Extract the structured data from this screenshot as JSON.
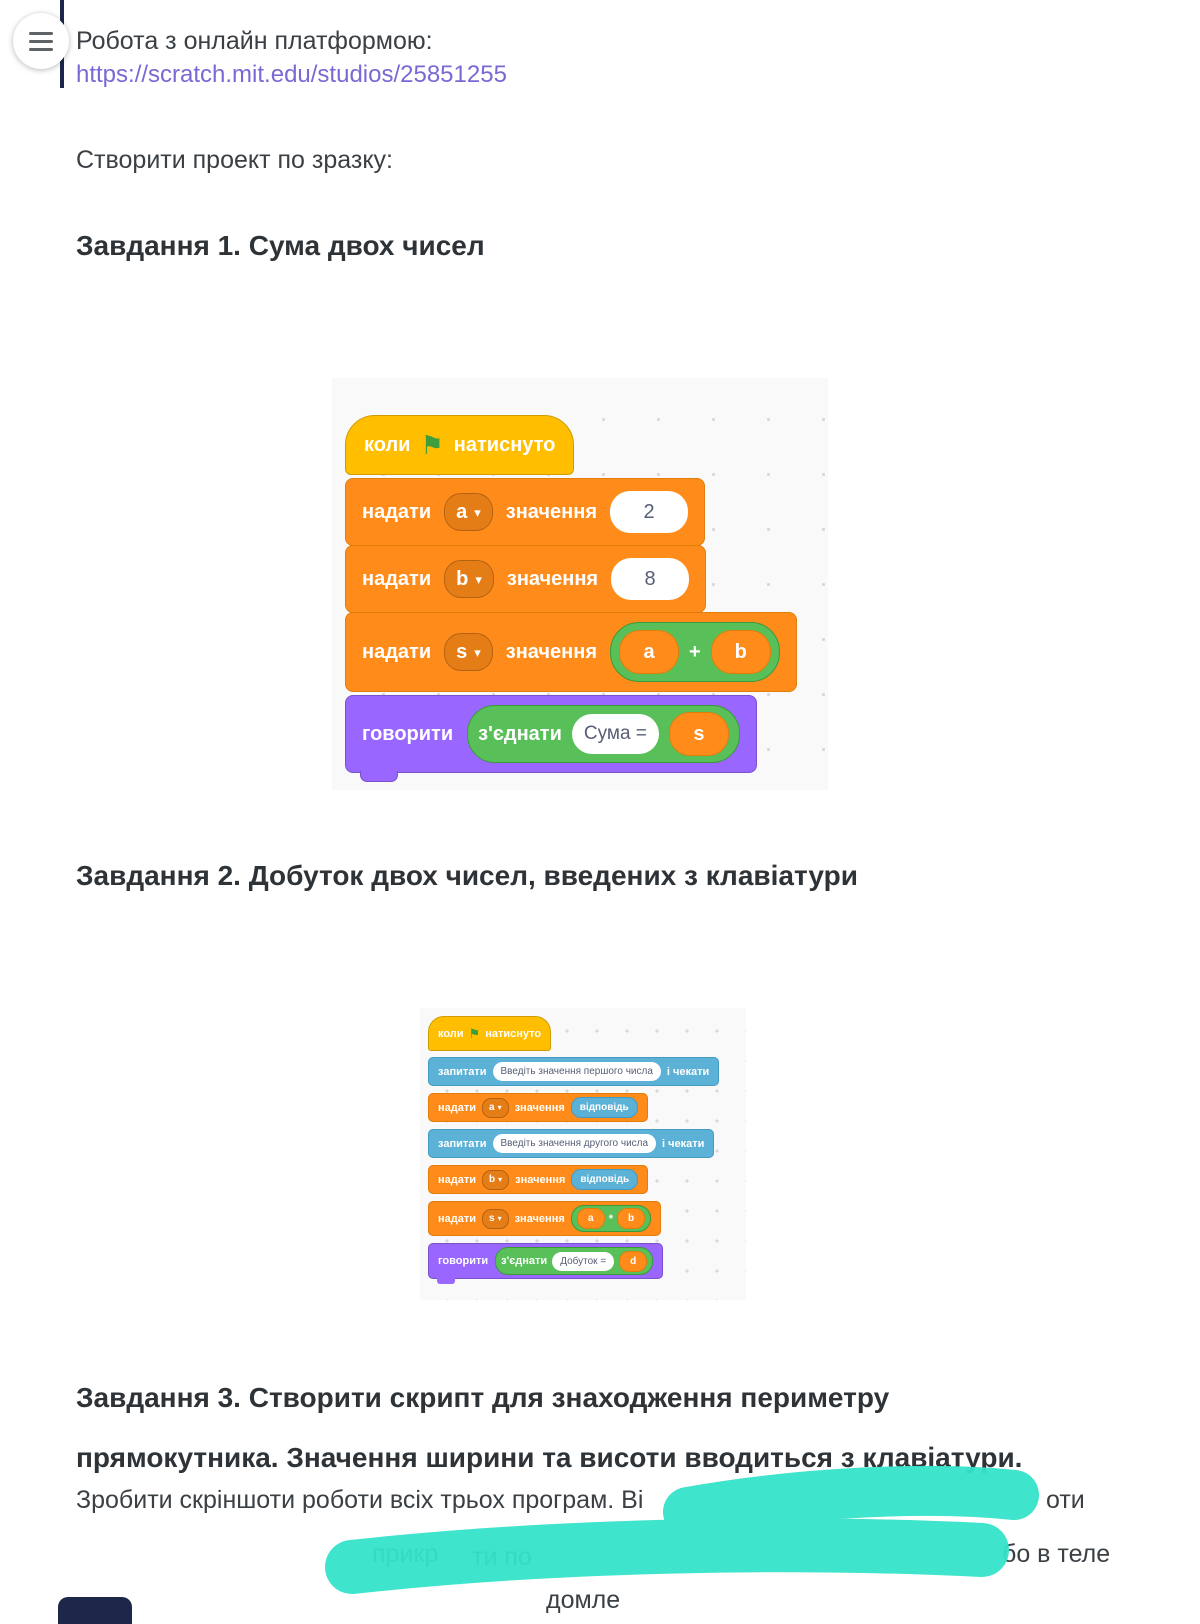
{
  "header": {
    "title": "Робота з онлайн платформою:",
    "link": "https://scratch.mit.edu/studios/25851255"
  },
  "intro": "Створити проект по зразку:",
  "icons": {
    "green_flag": "⚑",
    "dropdown_arrow": "▾"
  },
  "task1": {
    "heading": "Завдання 1. Сума двох чисел",
    "blocks": {
      "hat_pre": "коли",
      "hat_post": "натиснуто",
      "set_label": "надати",
      "value_label": "значення",
      "rows": [
        {
          "var": "a",
          "value": "2"
        },
        {
          "var": "b",
          "value": "8"
        }
      ],
      "op_row": {
        "var": "s",
        "left": "a",
        "symbol": "+",
        "right": "b"
      },
      "say": {
        "label": "говорити",
        "join": "з'єднати",
        "text": "Сума =",
        "var": "s"
      }
    }
  },
  "task2": {
    "heading": "Завдання 2. Добуток двох чисел, введених з клавіатури",
    "blocks": {
      "hat_pre": "коли",
      "hat_post": "натиснуто",
      "ask1": {
        "label": "запитати",
        "prompt": "Введіть значення першого числа",
        "suffix": "і чекати"
      },
      "set_a": {
        "label": "надати",
        "var": "a",
        "mid": "значення",
        "value": "відповідь"
      },
      "ask2": {
        "label": "запитати",
        "prompt": "Введіть значення другого числа",
        "suffix": "і чекати"
      },
      "set_b": {
        "label": "надати",
        "var": "b",
        "mid": "значення",
        "value": "відповідь"
      },
      "op_row": {
        "label": "надати",
        "var": "s",
        "mid": "значення",
        "left": "a",
        "symbol": "*",
        "right": "b"
      },
      "say": {
        "label": "говорити",
        "join": "з'єднати",
        "text": "Добуток =",
        "var": "d"
      }
    }
  },
  "task3": {
    "heading": "Завдання 3. Створити скрипт для знаходження периметру прямокутника. Значення ширини та висоти вводиться з клавіатури."
  },
  "footer": {
    "line1_start": "Зробити скріншоти роботи всіх трьох програм. Ві",
    "line1_end": "оти",
    "line2_frag1": "прикр",
    "line2_frag2": "ти по",
    "line2_frag3": "домле",
    "line2_frag4": "бо в теле"
  },
  "colors": {
    "link": "#7b68d4",
    "accent_dark": "#1c2749",
    "scratch_events_yellow": "#ffbf00",
    "scratch_variables_orange": "#ff8c1a",
    "scratch_operators_green": "#59c059",
    "scratch_sensing_blue": "#5cb1d6",
    "scratch_looks_purple": "#9966ff",
    "scribble_teal": "#34e3c9"
  }
}
